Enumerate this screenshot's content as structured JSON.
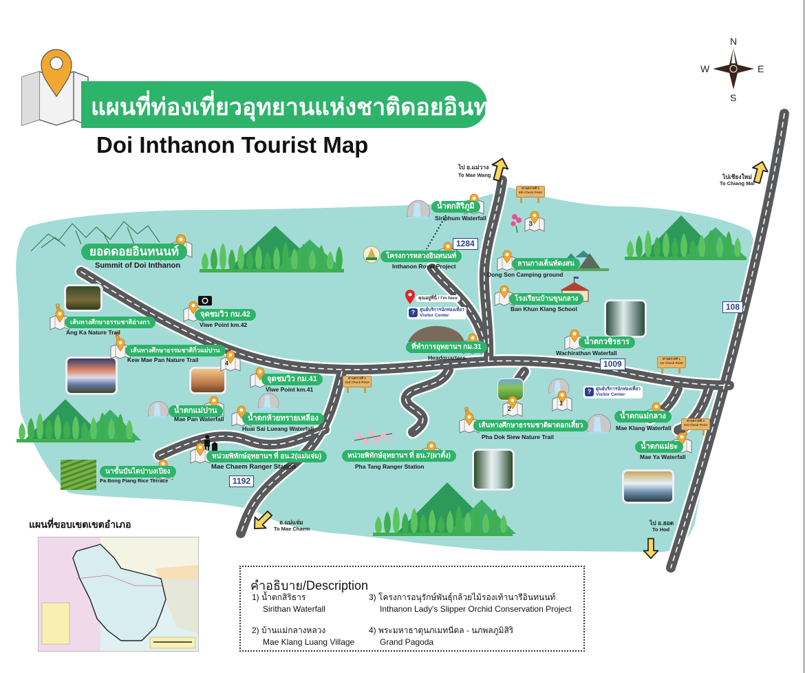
{
  "header": {
    "title_th": "แผนที่ท่องเที่ยวอุทยานแห่งชาติดอยอินทนนท์",
    "title_en": "Doi Inthanon Tourist Map"
  },
  "compass": {
    "n": "N",
    "e": "E",
    "s": "S",
    "w": "W"
  },
  "places": {
    "summit": {
      "th": "ยอดดอยอินทนนท์",
      "en": "Summit of Doi Inthanon"
    },
    "viewpoint42": {
      "th": "จุดชมวิว กม.42",
      "en": "Viwe Point km.42"
    },
    "ang_ka": {
      "th": "เส้นทางศึกษาธรรมชาติอ่างกา",
      "en": "Ang Ka Nature Trail"
    },
    "kew_mae_pan": {
      "th": "เส้นทางศึกษาธรรมชาติกิ่วแม่ปาน",
      "en": "Kew Mae Pan Nature Trail"
    },
    "viewpoint41": {
      "th": "จุดชมวิว กม.41",
      "en": "Viwe Point km.41"
    },
    "mae_pan": {
      "th": "น้ำตกแม่ปาน",
      "en": "Mae Pan Waterfall"
    },
    "huai_sai_lueang": {
      "th": "น้ำตกห้วยทรายเหลือง",
      "en": "Huai Sai Lueang Waterfall"
    },
    "mae_chaem_ranger": {
      "th": "หน่วยพิทักษ์อุทยานฯ ที่ อน.2(แม่แจ่ม)",
      "en": "Mae Chaem Ranger Station"
    },
    "pa_bong_piang": {
      "th": "นาขั้นบันไดป่าบงเปียง",
      "en": "Pa Bong Piang Rice Terrace"
    },
    "siriphum": {
      "th": "น้ำตกสิริภูมิ",
      "en": "Siriphum Waterfall"
    },
    "royal_project": {
      "th": "โครงการหลวงอินทนนท์",
      "en": "Inthanon Royal Project"
    },
    "headquarters": {
      "th": "ที่ทำการอุทยานฯ กม.31",
      "en": "Headquarters"
    },
    "dong_son": {
      "th": "ลานกางเต็นท์ดงสน",
      "en": "Dong Son Camping ground"
    },
    "ban_khun_klang": {
      "th": "โรงเรียนบ้านขุนกลาง",
      "en": "Ban Khun Klang School"
    },
    "wachirathan": {
      "th": "น้ำตกวชิรธาร",
      "en": "Wachirathan Waterfall"
    },
    "pha_dok_siew": {
      "th": "เส้นทางศึกษาธรรมชาติผาดอกเสี้ยว",
      "en": "Pha Dok Siew Nature Trail"
    },
    "mae_klang": {
      "th": "น้ำตกแม่กลาง",
      "en": "Mae Klang Waterfall"
    },
    "mae_ya": {
      "th": "น้ำตกแม่ยะ",
      "en": "Mae Ya Waterfall"
    },
    "pha_tang_ranger": {
      "th": "หน่วยพิทักษ์อุทยานฯ ที่ อน.7(ผาตั้ง)",
      "en": "Pha Tang Ranger Station"
    }
  },
  "routes": {
    "r1284": "1284",
    "r1009": "1009",
    "r108": "108",
    "r1192": "1192"
  },
  "directions": {
    "mae_wang": {
      "th": "ไป อ.แม่วาง",
      "en": "To Mae Wang"
    },
    "chiang_mai": {
      "th": "ไปเชียงใหม่",
      "en": "To Chiang Mai"
    },
    "mae_chaem": {
      "th": "อ.แม่แจ่ม",
      "en": "To Mae Chaem"
    },
    "hod": {
      "th": "ไป อ.ฮอด",
      "en": "To Hod"
    }
  },
  "checkpoints": {
    "cp1": {
      "th": "ด่านตรวจที่ 1",
      "en": "1st Check Point"
    },
    "cp2": {
      "th": "ด่านตรวจที่ 2",
      "en": "2nd Check Point"
    },
    "cp3": {
      "th": "ด่านตรวจที่ 3",
      "en": "3rd Check Point"
    },
    "cp5": {
      "th": "ด่านตรวจที่ 5",
      "en": "5th Check Point"
    }
  },
  "markers": {
    "m1": "1",
    "m2": "2",
    "m3": "3",
    "m4": "4"
  },
  "you_are_here": "คุณอยู่ที่นี่ / I'm here",
  "visitor_center": {
    "th": "ศูนย์บริการนักท่องเที่ยว",
    "en": "Visitor Center",
    "icon": "?"
  },
  "locator": {
    "title": "แผนที่ขอบเขตเขตอำเภอ"
  },
  "description": {
    "title": "คำอธิบาย/Description",
    "items": [
      {
        "label": "1) น้ำตกสิริธาร",
        "en": "Sirithan Waterfall"
      },
      {
        "label": "2) บ้านแม่กลางหลวง",
        "en": "Mae Klang Luang Village"
      },
      {
        "label": "3) โครงการอนุรักษ์พันธุ์กล้วยไม้รองเท้านารีอินทนนท์",
        "en": "Inthanon Lady's Slipper Orchid Conservation Project"
      },
      {
        "label": "4) พระมหาธาตุนภเมทนีดล - นภพลภูมิสิริ",
        "en": "Grand Pagoda"
      }
    ]
  },
  "colors": {
    "land": "#a3dcd6",
    "label_green": "#2db36a",
    "road": "#58595b",
    "pin": "#f0a830",
    "route_blue": "#2a3e8c",
    "arrow_yellow": "#f9d65c",
    "compass": "#3b2418"
  },
  "icons": [
    "map-pin-icon",
    "folded-map-icon",
    "compass-rose-icon",
    "camera-icon",
    "hiker-icon",
    "waterfall-icon",
    "direction-arrow-icon",
    "check-point-sign-icon",
    "visitor-center-icon",
    "ranger-icon",
    "orchid-icon",
    "tent-icon",
    "school-icon",
    "cherry-blossom-icon"
  ]
}
